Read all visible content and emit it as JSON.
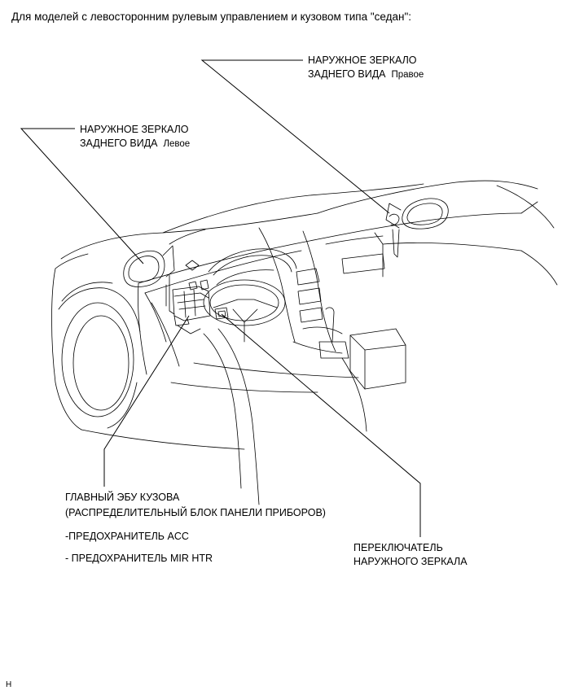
{
  "page_title": "Для моделей с левосторонним рулевым управлением и кузовом типа \"седан\":",
  "labels": {
    "mirror_right": {
      "line1": "НАРУЖНОЕ ЗЕРКАЛО",
      "line2": "ЗАДНЕГО ВИДА",
      "side": "Правое"
    },
    "mirror_left": {
      "line1": "НАРУЖНОЕ ЗЕРКАЛО",
      "line2": "ЗАДНЕГО ВИДА",
      "side": "Левое"
    },
    "body_ecu": {
      "line1": "ГЛАВНЫЙ ЭБУ КУЗОВА",
      "line2": "(РАСПРЕДЕЛИТЕЛЬНЫЙ БЛОК ПАНЕЛИ ПРИБОРОВ)",
      "item1": "-ПРЕДОХРАНИТЕЛЬ ACC",
      "item2": "- ПРЕДОХРАНИТЕЛЬ MIR HTR"
    },
    "mirror_switch": {
      "line1": "ПЕРЕКЛЮЧАТЕЛЬ",
      "line2": "НАРУЖНОГО ЗЕРКАЛА"
    }
  },
  "corner_mark": "H"
}
